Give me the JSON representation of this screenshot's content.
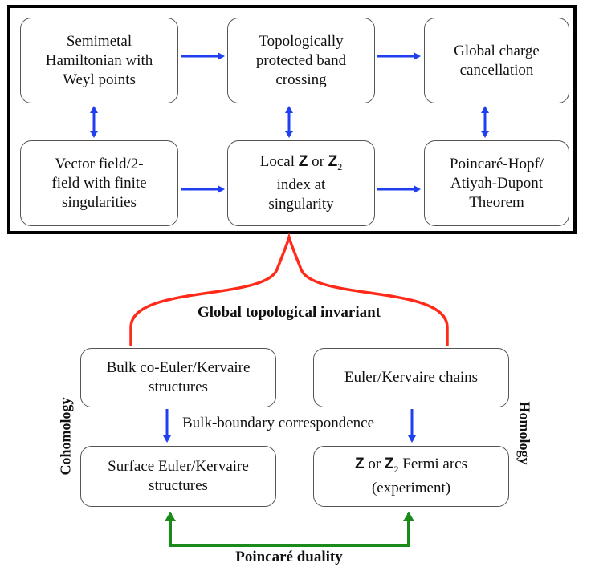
{
  "top_boxes": {
    "semimetal": [
      "Semimetal",
      "Hamiltonian with",
      "Weyl points"
    ],
    "crossing": [
      "Topologically",
      "protected band",
      "crossing"
    ],
    "charge": [
      "Global charge",
      "cancellation"
    ],
    "vector": [
      "Vector field/2-",
      "field with finite",
      "singularities"
    ],
    "local_index": {
      "pre": "Local ",
      "z": "Z",
      "or": " or ",
      "z2": "Z",
      "sub": "2",
      "line2": "index at",
      "line3": "singularity"
    },
    "theorem": [
      "Poincaré-Hopf/",
      "Atiyah-Dupont",
      "Theorem"
    ]
  },
  "global_invariant": "Global topological invariant",
  "bottom_boxes": {
    "bulk": [
      "Bulk co-Euler/Kervaire",
      "structures"
    ],
    "chains": [
      "Euler/Kervaire chains"
    ],
    "surface": [
      "Surface Euler/Kervaire",
      "structures"
    ],
    "fermi": {
      "z": "Z",
      "or": " or ",
      "z2": "Z",
      "sub": "2",
      "rest": " Fermi arcs",
      "line2": "(experiment)"
    }
  },
  "bulk_boundary": "Bulk-boundary correspondence",
  "cohomology": "Cohomology",
  "homology": "Homology",
  "poincare_duality": "Poincaré duality",
  "colors": {
    "blue_arrow": "#1f3ff0",
    "red_brace": "#ff2a1a",
    "green_arrow": "#1a8a1a"
  }
}
